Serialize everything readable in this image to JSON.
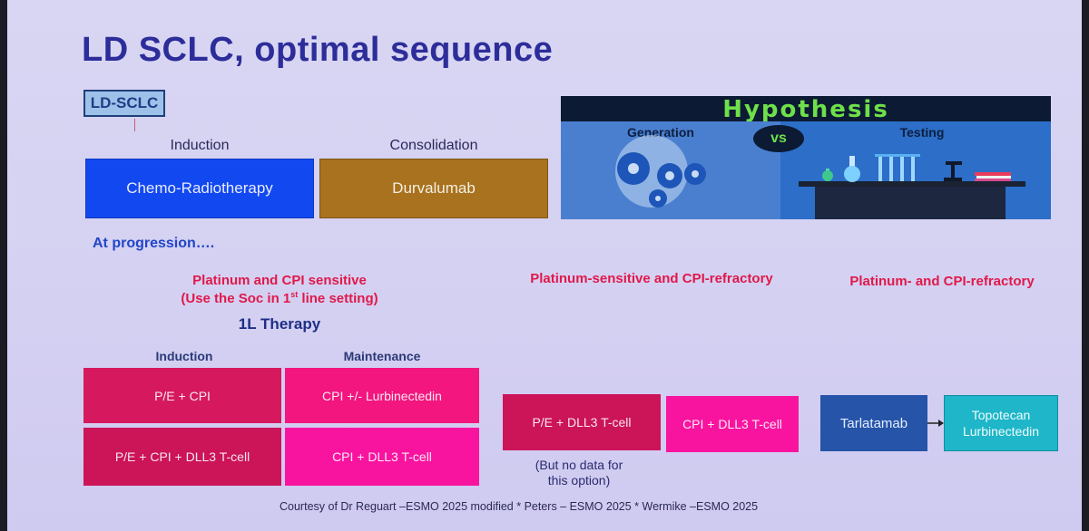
{
  "title": "LD SCLC, optimal sequence",
  "tag": "LD-SCLC",
  "top_row": {
    "induction_header": "Induction",
    "consolidation_header": "Consolidation",
    "induction_box": "Chemo-Radiotherapy",
    "consolidation_box": "Durvalumab"
  },
  "hypothesis": {
    "title": "Hypothesis",
    "left_label": "Generation",
    "vs_label": "vs",
    "right_label": "Testing"
  },
  "progression_label": "At progression….",
  "col1": {
    "heading_line1": "Platinum and CPI sensitive",
    "heading_line2_pre": "(Use the Soc in 1",
    "heading_line2_sup": "st",
    "heading_line2_post": " line setting)",
    "subheading": "1L Therapy",
    "induction_header": "Induction",
    "maintenance_header": "Maintenance",
    "box_a": "P/E + CPI",
    "box_b": "CPI +/- Lurbinectedin",
    "box_c": "P/E +  CPI + DLL3 T-cell",
    "box_d": "CPI + DLL3 T-cell"
  },
  "col2": {
    "heading": "Platinum-sensitive and CPI-refractory",
    "box_a": "P/E + DLL3 T-cell",
    "box_b": "CPI + DLL3 T-cell",
    "note": "(But no data for this option)"
  },
  "col3": {
    "heading": "Platinum- and CPI-refractory",
    "box_a": "Tarlatamab",
    "box_b_line1": "Topotecan",
    "box_b_line2": "Lurbinectedin"
  },
  "footer": "Courtesy of Dr Reguart –ESMO 2025 modified * Peters – ESMO 2025 * Wermike –ESMO 2025",
  "colors": {
    "title": "#2d2d9a",
    "induction_blue": "#1248f0",
    "consolidation_gold": "#a8721e",
    "heading_red": "#e0194a",
    "magenta_dark": "#d6195e",
    "magenta_bright": "#f914a0",
    "tarlatamab_blue": "#2554a8",
    "topotecan_cyan": "#1eb6c8"
  }
}
